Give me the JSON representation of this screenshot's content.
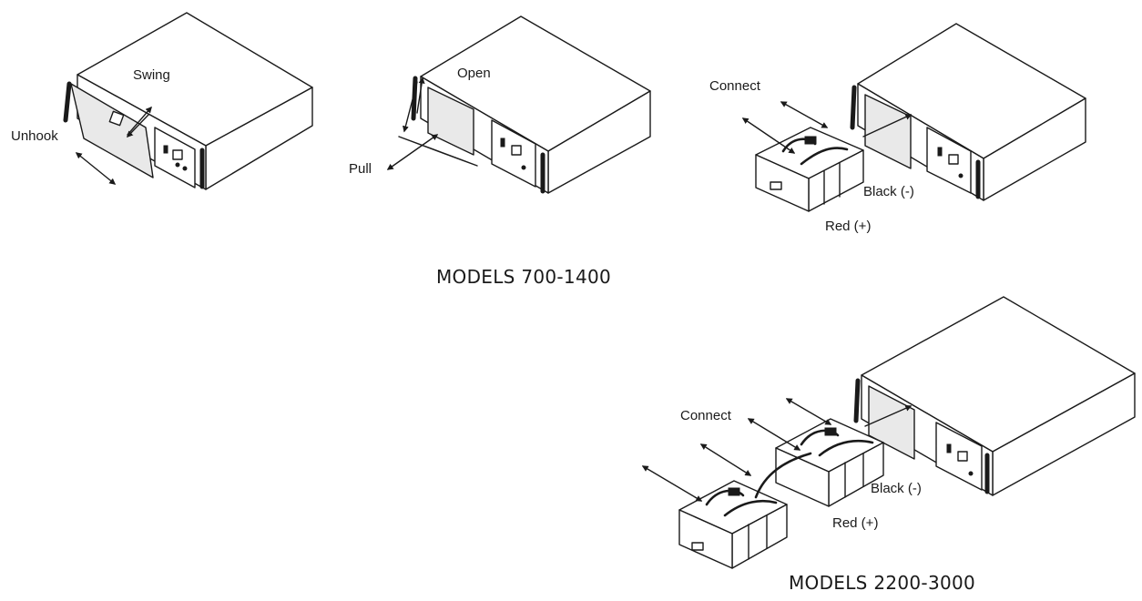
{
  "labels": {
    "swing": "Swing",
    "unhook": "Unhook",
    "open": "Open",
    "pull": "Pull",
    "connect_small": "Connect",
    "black_small": "Black (-)",
    "red_small": "Red (+)",
    "connect_large": "Connect",
    "black_large": "Black (-)",
    "red_large": "Red (+)"
  },
  "captions": {
    "models_small": "MODELS 700-1400",
    "models_large": "MODELS 2200-3000"
  }
}
